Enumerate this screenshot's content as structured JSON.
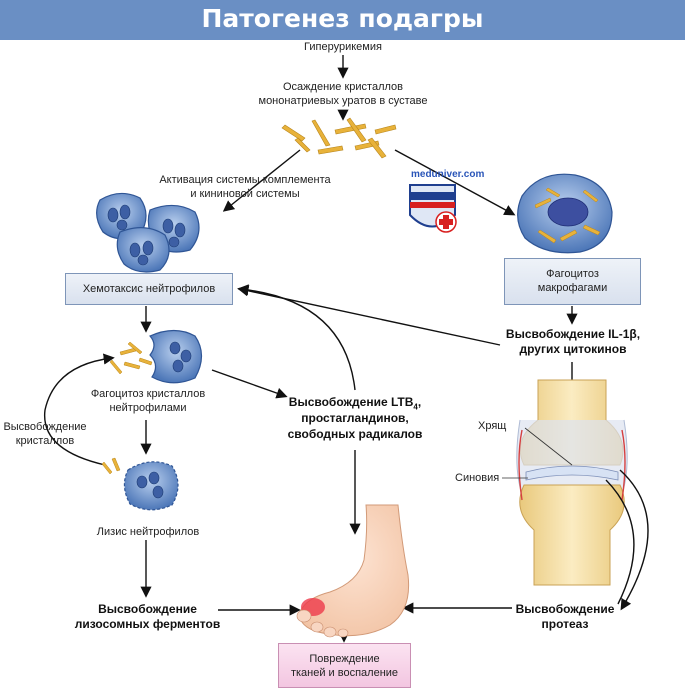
{
  "title": "Патогенез подагры",
  "watermark": "meduniver.com",
  "nodes": {
    "hyperuricemia": "Гиперурикемия",
    "deposition_1": "Осаждение кристаллов",
    "deposition_2": "мононатриевых уратов в суставе",
    "complement_1": "Активация системы комплемента",
    "complement_2": "и кининовой системы",
    "chemotaxis": "Хемотаксис нейтрофилов",
    "macrophage_1": "Фагоцитоз",
    "macrophage_2": "макрофагами",
    "il1_1": "Высвобождение IL-1β,",
    "il1_2": "других цитокинов",
    "neutro_phago_1": "Фагоцитоз кристаллов",
    "neutro_phago_2": "нейтрофилами",
    "crystal_release_1": "Высвобождение",
    "crystal_release_2": "кристаллов",
    "ltb4_1": "Высвобождение LTB",
    "ltb4_sub": "4",
    "ltb4_comma": ",",
    "ltb4_2": "простагландинов,",
    "ltb4_3": "свободных радикалов",
    "cartilage": "Хрящ",
    "synovium": "Синовия",
    "lysis": "Лизис нейтрофилов",
    "lysosomal_1": "Высвобождение",
    "lysosomal_2": "лизосомных ферментов",
    "protease_1": "Высвобождение",
    "protease_2": "протеаз",
    "damage_1": "Повреждение",
    "damage_2": "тканей и воспаление"
  },
  "colors": {
    "banner": "#6a8fc4",
    "cell": "#5b86c4",
    "crystal": "#e8b23a",
    "bone": "#f3dca0",
    "box": "#dde4f0",
    "damage_box": "#f6cfe6",
    "arrow": "#111111"
  }
}
